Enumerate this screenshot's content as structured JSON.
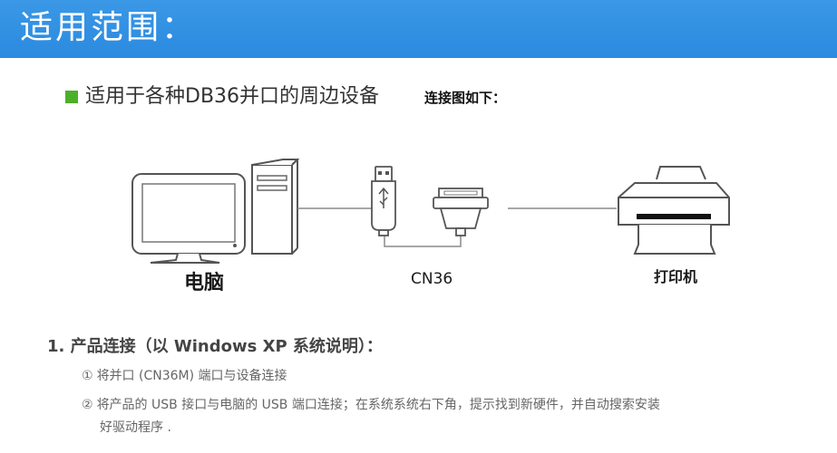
{
  "header": {
    "title": "适用范围："
  },
  "subtitle": {
    "text": "适用于各种DB36并口的周边设备",
    "suffix": "连接图如下："
  },
  "diagram": {
    "computer_label": "电脑",
    "cable_label": "CN36",
    "printer_label": "打印机",
    "colors": {
      "outline": "#555555",
      "line": "#888888"
    }
  },
  "section": {
    "title": "1. 产品连接（以 Windows XP 系统说明）：",
    "steps": [
      {
        "num": "①",
        "text": "将并口 (CN36M) 端口与设备连接"
      },
      {
        "num": "②",
        "text": "将产品的 USB 接口与电脑的 USB 端口连接；在系统系统右下角，提示找到新硬件，并自动搜索安装",
        "continuation": "好驱动程序 ."
      }
    ]
  },
  "colors": {
    "header_bg": "#3a98e6",
    "bullet": "#4caf2a"
  }
}
